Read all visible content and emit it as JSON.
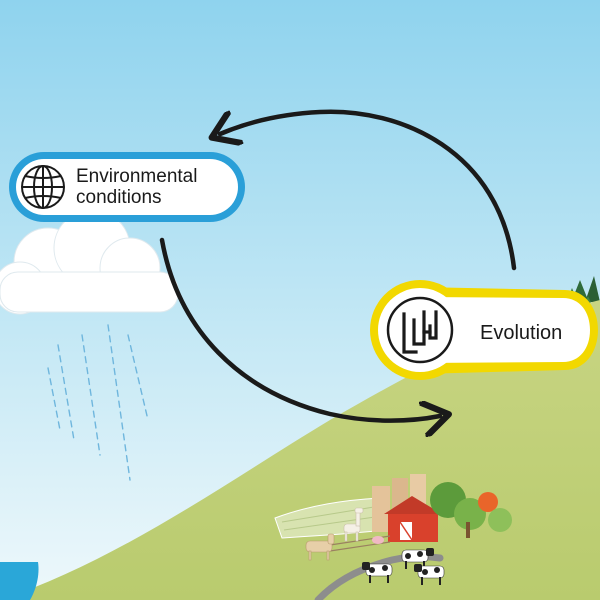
{
  "nodes": {
    "environment": {
      "line1": "Environmental",
      "line2": "conditions",
      "icon": "globe-icon",
      "border_color": "#2a9fd8"
    },
    "evolution": {
      "label": "Evolution",
      "icon": "phylogenetic-tree-icon",
      "border_color": "#f2d800"
    }
  },
  "edges": [
    {
      "from": "environment",
      "to": "evolution"
    },
    {
      "from": "evolution",
      "to": "environment"
    }
  ],
  "colors": {
    "sky_top": "#8fd3ee",
    "sky_bottom": "#e6f5fa",
    "hill": "#cfd98a",
    "water": "#2aa7d8",
    "barn": "#d9412c",
    "arrow": "#1a1a1a"
  }
}
